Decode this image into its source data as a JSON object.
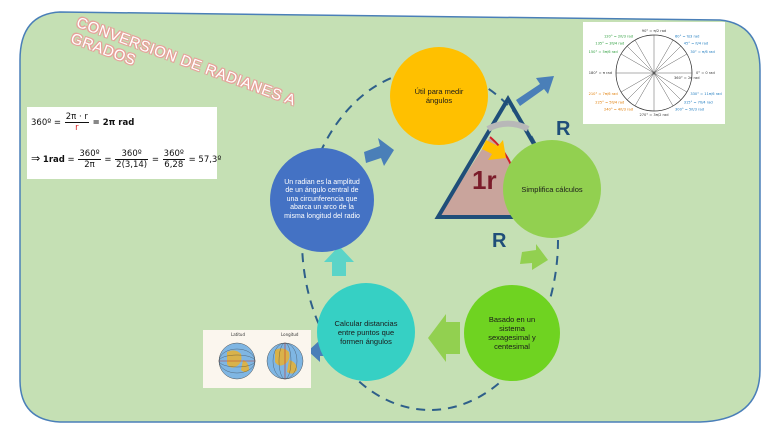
{
  "title": "CONVERSION DE RADIANES A GRADOS",
  "formula": {
    "line1_lhs": "360º",
    "line1_num": "2π · r",
    "line1_den": "r",
    "line1_rhs": "= 2π rad",
    "line2_arrow": "⇒",
    "line2_lhs": "1rad",
    "line2_f1_num": "360º",
    "line2_f1_den": "2π",
    "line2_f2_num": "360º",
    "line2_f2_den": "2(3,14)",
    "line2_f3_num": "360º",
    "line2_f3_den": "6,28",
    "line2_result": "= 57,3º"
  },
  "cycle": {
    "nodes": [
      {
        "text": "Útil para medir ángulos",
        "color": "#ffc000"
      },
      {
        "text": "Simplifica cálculos",
        "color": "#92d050"
      },
      {
        "text": "Basado en un sistema sexagesimal y centesimal",
        "color": "#6fd321"
      },
      {
        "text": "Calcular distancias entre puntos que formen ángulos",
        "color": "#36d0c4"
      },
      {
        "text": "Un radian es la amplitud de un ángulo central de una circunferencia que abarca un arco de la misma longitud del radio",
        "color": "#4472c4"
      }
    ]
  },
  "radian_figure": {
    "label_r_side": "R",
    "label_r_bottom": "R",
    "label_angle": "1r"
  },
  "unit_circle": {
    "angles": [
      "0° = 0 rad",
      "30° = π/6 rad",
      "45° = π/4 rad",
      "60° = π/3 rad",
      "90° = π/2 rad",
      "120° = 2π/3 rad",
      "135° = 3π/4 rad",
      "150° = 5π/6 rad",
      "180° = π rad",
      "210° = 7π/6 rad",
      "225° = 5π/4 rad",
      "240° = 4π/3 rad",
      "270° = 3π/2 rad",
      "300° = 5π/3 rad",
      "315° = 7π/4 rad",
      "330° = 11π/6 rad",
      "360° = 2π rad"
    ]
  },
  "globe": {
    "label_latitude": "Latitud",
    "label_longitude": "Longitud"
  },
  "colors": {
    "background_panel": "#c5e0b4",
    "panel_border": "#4a7fb8",
    "arrow_blue": "#4a7fb8",
    "arrow_green": "#92d050",
    "arrow_teal": "#5ad4c8",
    "triangle_stroke": "#1f4e79",
    "sector_fill": "#c9a49c",
    "angle_text": "#7b1c2a"
  }
}
